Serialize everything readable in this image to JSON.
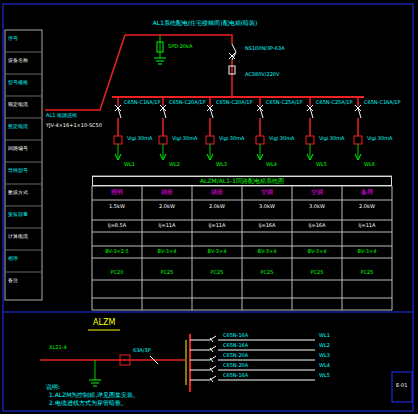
{
  "diagram": {
    "title": "AL1系统配电(住宅楼梯间)配电箱(暗装)",
    "nodes": [
      {
        "text": [
          "ALZM/AL1-1回路配电箱系统图"
        ]
      }
    ],
    "labels": [
      "序号",
      "设备名称",
      "型号规格",
      "额定电流",
      "整定电流",
      "回路编号",
      "导线型号",
      "敷设方式",
      "安装容量",
      "计算电流",
      "相序",
      "备注",
      "AL1 电源进线",
      "YJV-4×16+1×10-SC50",
      "NS100N/3P-63A",
      "AC380V/220V",
      "SPD 20kA",
      "C65N-C16A/1P",
      "Vigi 30mA",
      "WL1",
      "C65N-C20A/1P",
      "Vigi 30mA",
      "WL2",
      "C65N-C20A/1P",
      "Vigi 30mA",
      "WL3",
      "C65N-C25A/1P",
      "Vigi 30mA",
      "WL4",
      "C65N-C25A/1P",
      "Vigi 30mA",
      "WL5",
      "C65N-C16A/1P",
      "Vigi 30mA",
      "WL6",
      "照明",
      "1.5kW",
      "Ij=8.5A",
      "BV-3×2.5",
      "PC20",
      "插座",
      "2.0kW",
      "Ij=11A",
      "BV-3×4",
      "PC25",
      "插座",
      "2.0kW",
      "Ij=11A",
      "BV-3×4",
      "PC25",
      "空调",
      "3.0kW",
      "Ij=16A",
      "BV-3×4",
      "PC25",
      "空调",
      "3.0kW",
      "Ij=16A",
      "BV-3×4",
      "PC25",
      "备用",
      "2.0kW",
      "Ij=11A",
      "BV-3×4",
      "PC25",
      "ALZM",
      "XL21-4",
      "63A/3P",
      "C65N-16A",
      "WL1",
      "C65N-16A",
      "WL2",
      "C65N-20A",
      "WL3",
      "C65N-20A",
      "WL4",
      "C65N-16A",
      "WL5",
      "说明:",
      "1.ALZM为控制箱,详见图集安装。",
      "2.电缆进线方式为穿管暗敷。",
      "E-01"
    ]
  }
}
